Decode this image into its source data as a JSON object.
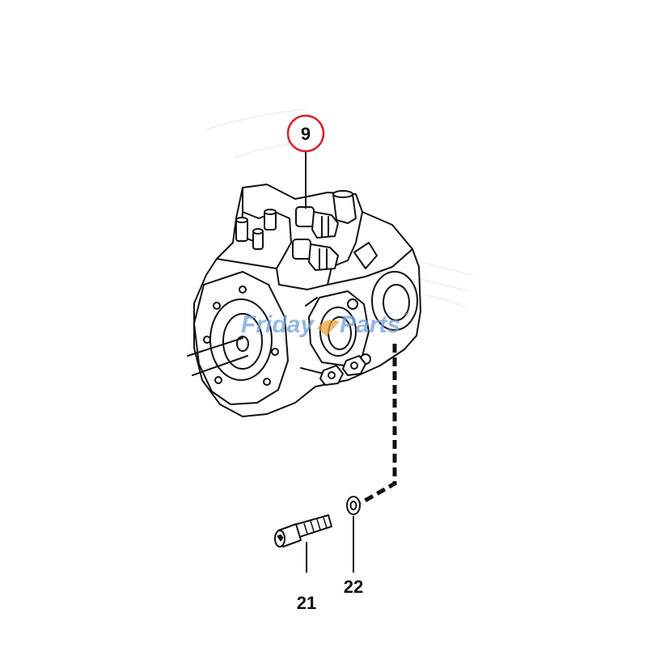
{
  "callouts": [
    {
      "id": "9",
      "label": "9",
      "highlighted": true
    },
    {
      "id": "21",
      "label": "21"
    },
    {
      "id": "22",
      "label": "22"
    }
  ],
  "watermark": {
    "text_left": "Friday",
    "text_right": "Parts",
    "mark": "®"
  },
  "colors": {
    "line": "#111111",
    "highlight": "#d9212c",
    "watermark": "#6f9fdc",
    "paper": "#ffffff"
  }
}
